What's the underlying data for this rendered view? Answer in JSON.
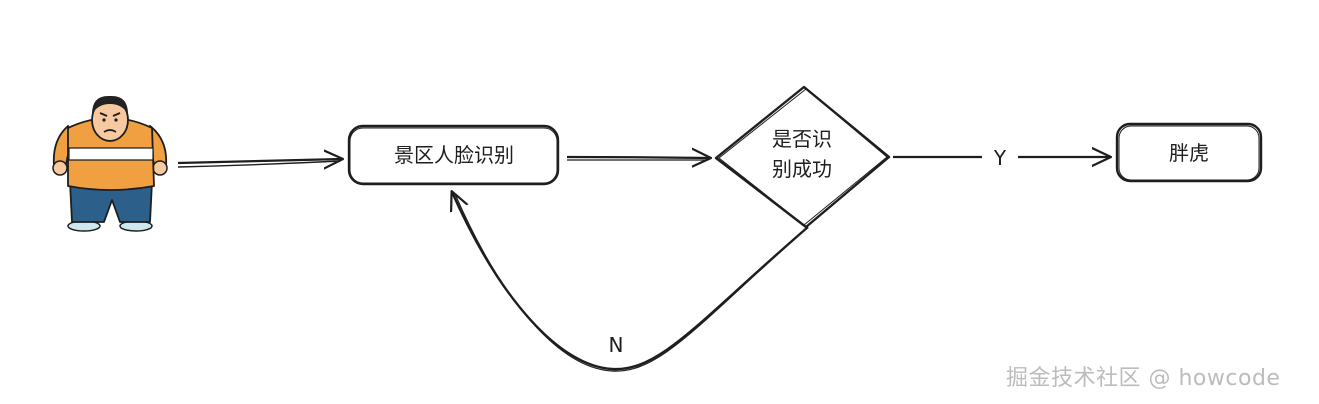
{
  "nodes": {
    "scenic_face_recognition": "景区人脸识别",
    "decision_line1": "是否识",
    "decision_line2": "别成功",
    "pangfu": "胖虎"
  },
  "edges": {
    "yes_label": "Y",
    "no_label": "N"
  },
  "actor": {
    "icon": "character-figure-icon",
    "colors": {
      "shirt": "#f0a040",
      "pants": "#2c5f8a",
      "skin": "#f7c9a0",
      "hair": "#222222",
      "shoes": "#cfe8f0"
    }
  },
  "colors": {
    "stroke": "#1e1e1e",
    "background": "#ffffff",
    "watermark": "#bcbcbc"
  },
  "watermark": "掘金技术社区 @ howcode"
}
